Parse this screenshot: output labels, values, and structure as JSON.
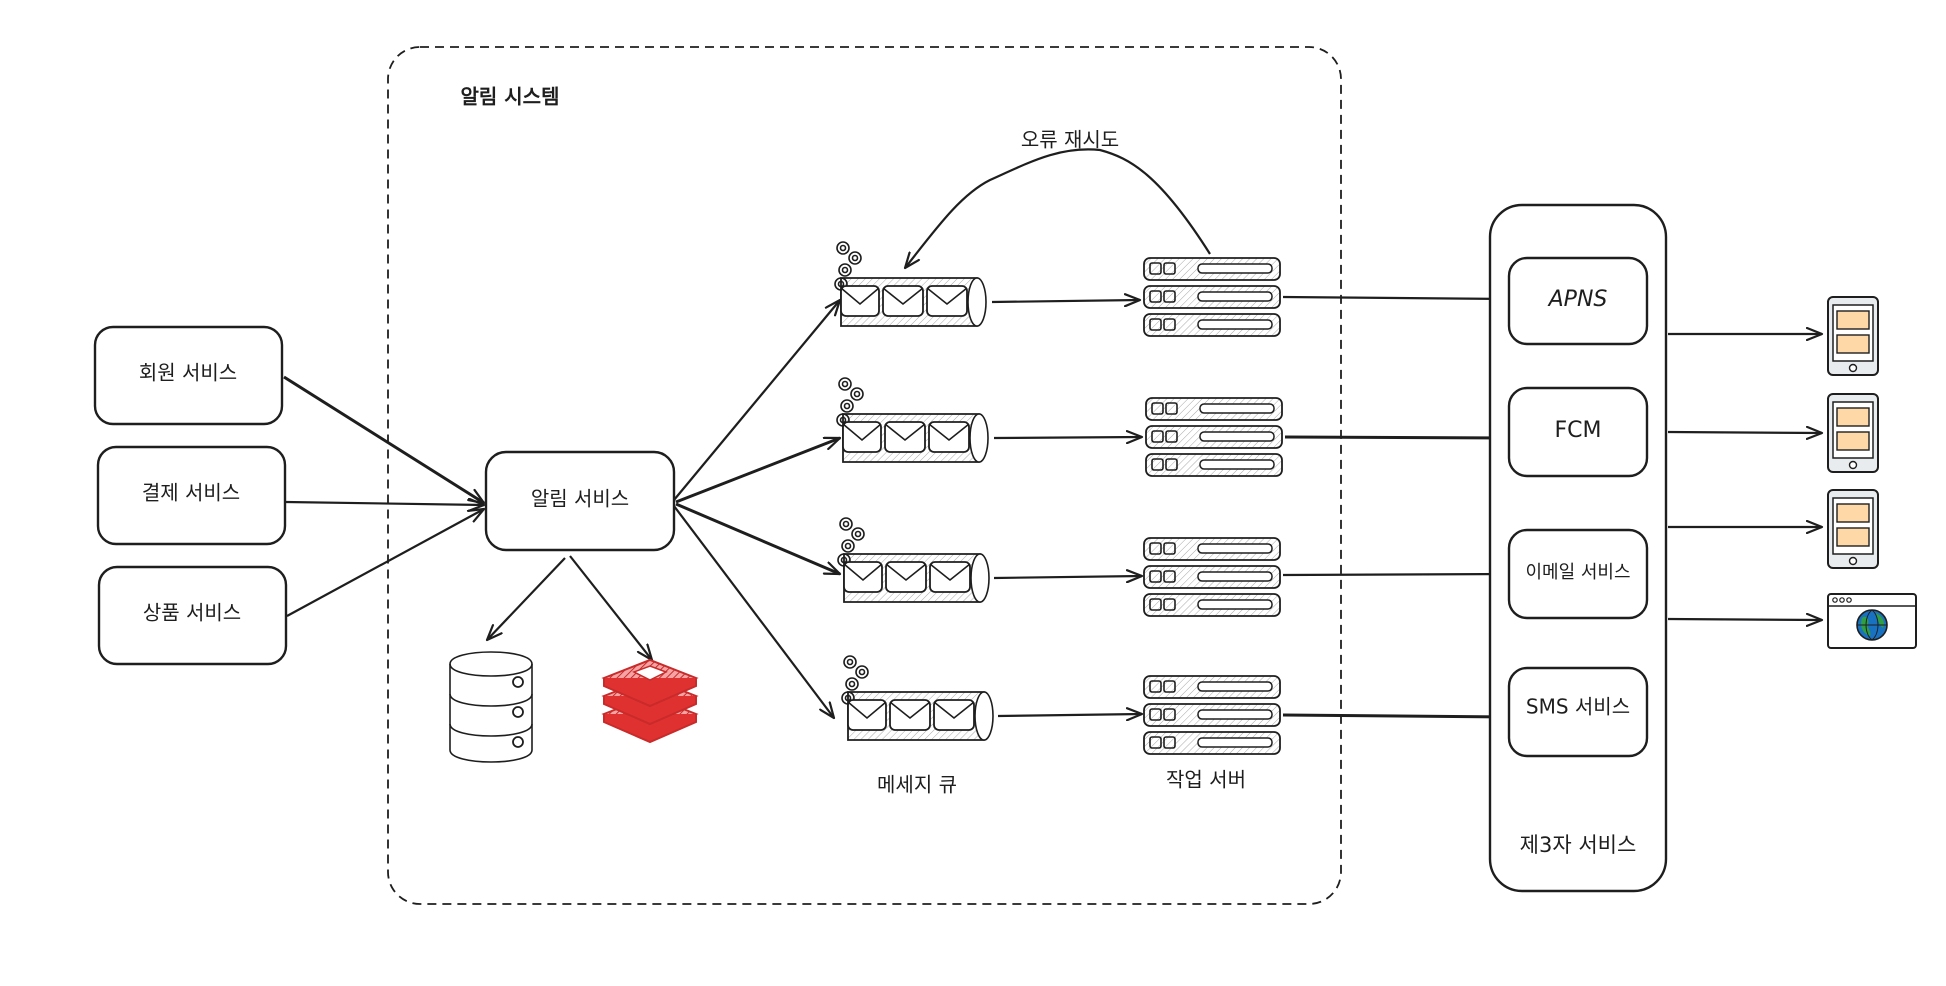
{
  "system": {
    "title": "알림 시스템",
    "retry_label": "오류 재시도"
  },
  "sources": [
    {
      "label": "회원 서비스"
    },
    {
      "label": "결제 서비스"
    },
    {
      "label": "상품 서비스"
    }
  ],
  "notification_service": {
    "label": "알림 서비스"
  },
  "queue_column_label": "메세지 큐",
  "worker_column_label": "작업 서버",
  "third_party": {
    "title": "제3자 서비스",
    "services": [
      {
        "label": "APNS"
      },
      {
        "label": "FCM"
      },
      {
        "label": "이메일 서비스"
      },
      {
        "label": "SMS 서비스"
      }
    ]
  },
  "colors": {
    "ink": "#1e1e1e",
    "cache_red": "#e03131",
    "device_screen": "#ffd8a8",
    "globe_blue": "#1971c2",
    "globe_green": "#2f9e44"
  },
  "icons": {
    "database": "database-icon",
    "cache": "cache-stack-icon",
    "queue": "message-queue-icon",
    "worker": "server-rack-icon",
    "mobile": "mobile-device-icon",
    "browser": "browser-globe-icon"
  }
}
